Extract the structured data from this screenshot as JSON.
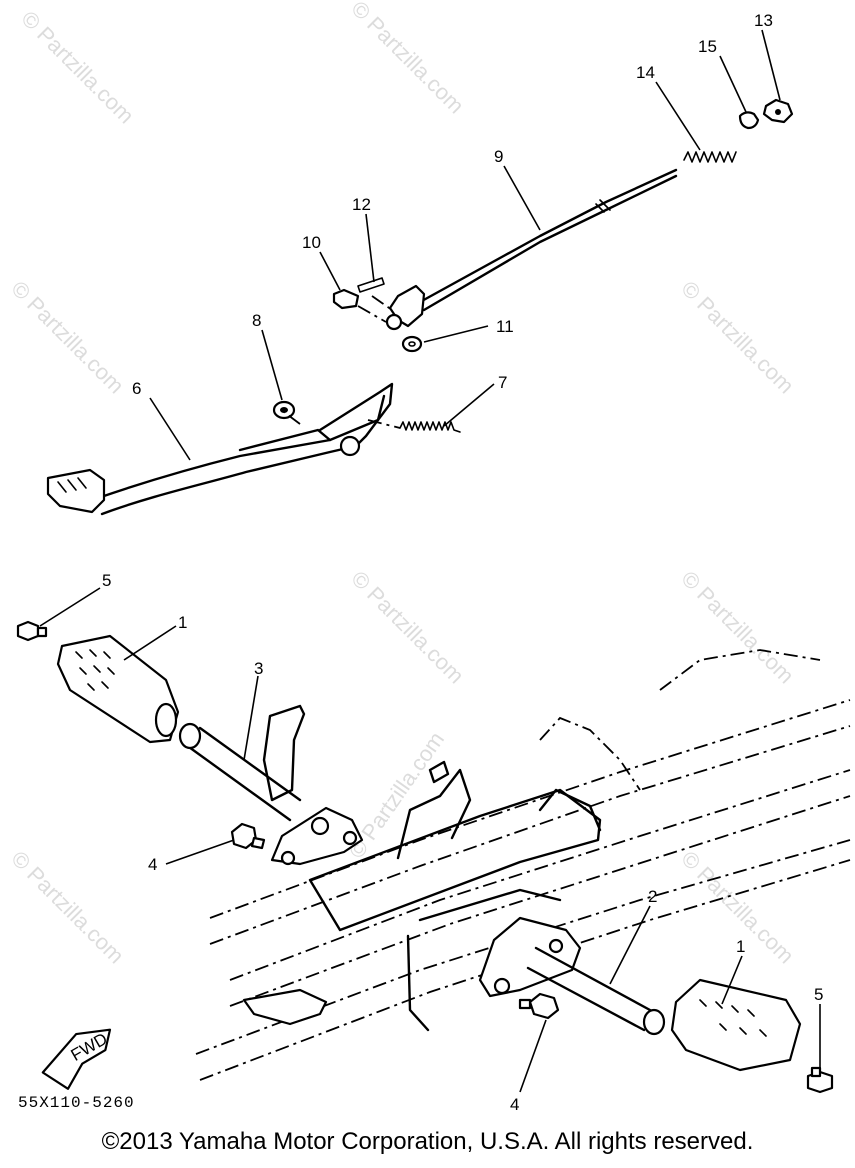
{
  "watermark_text": "© Partzilla.com",
  "callouts": {
    "c1_left": "1",
    "c1_right": "1",
    "c2": "2",
    "c3": "3",
    "c4_left": "4",
    "c4_bottom": "4",
    "c5_left": "5",
    "c5_right": "5",
    "c6": "6",
    "c7": "7",
    "c8": "8",
    "c9": "9",
    "c10": "10",
    "c11": "11",
    "c12": "12",
    "c13": "13",
    "c14": "14",
    "c15": "15"
  },
  "fwd_label": "FWD",
  "diagram_code": "55X110-5260",
  "copyright": "©2013 Yamaha Motor Corporation, U.S.A. All rights reserved."
}
